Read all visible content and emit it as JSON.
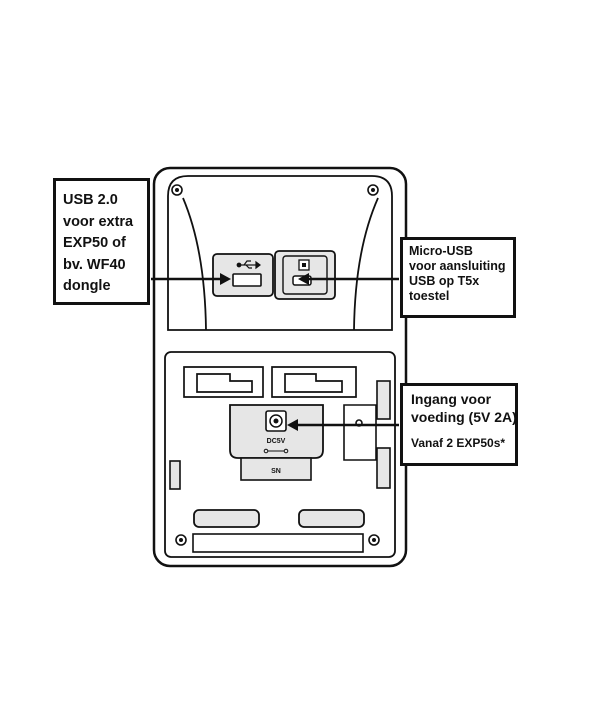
{
  "callouts": {
    "usb": {
      "lines": [
        "USB 2.0",
        "voor extra",
        "EXP50 of",
        "bv. WF40",
        "dongle"
      ]
    },
    "micro_usb": {
      "lines": [
        "Micro-USB",
        "voor aansluiting",
        "USB op T5x",
        "toestel"
      ]
    },
    "power": {
      "lines": [
        "Ingang voor",
        "voeding (5V 2A)",
        "Vanaf 2 EXP50s*"
      ]
    }
  },
  "device": {
    "dc_label": "DC5V",
    "sn_label": "SN"
  },
  "icons": [
    "usb-icon",
    "micro-usb-port-icon",
    "dc-jack-icon",
    "screw-icon"
  ]
}
